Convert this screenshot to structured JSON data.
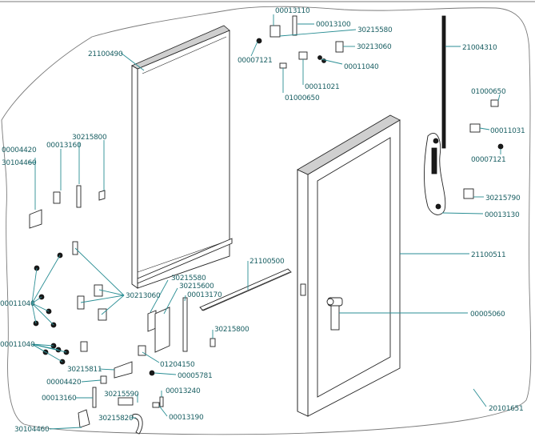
{
  "colors": {
    "label": "#1a5f63",
    "leader": "#2a8e94",
    "outline": "#7a7a7a",
    "parts": "#222222"
  },
  "labels": {
    "p00013110": "00013110",
    "p00013100": "00013100",
    "p30215580_top": "30215580",
    "p30213060_top": "30213060",
    "p00007121_top": "00007121",
    "p00011040_top": "00011040",
    "p00011021": "00011021",
    "p01000650_top": "01000650",
    "p21100490": "21100490",
    "p21004310": "21004310",
    "p01000650_right": "01000650",
    "p00011031": "00011031",
    "p00007121_right": "00007121",
    "p30215790": "30215790",
    "p00013130": "00013130",
    "p00004420_top": "00004420",
    "p00013160_top": "00013160",
    "p30215800_top": "30215800",
    "p30104460_top": "30104460",
    "p21100511": "21100511",
    "p21100500": "21100500",
    "p30215580_mid": "30215580",
    "p30215600": "30215600",
    "p00013170": "00013170",
    "p00011040_left1": "00011040",
    "p30213060_mid": "30213060",
    "p30215800_mid": "30215800",
    "p00005060": "00005060",
    "p00011040_left2": "00011040",
    "p01204150": "01204150",
    "p30215811": "30215811",
    "p00005781": "00005781",
    "p00004420_bottom": "00004420",
    "p00013240": "00013240",
    "p30215590": "30215590",
    "p00013160_bottom": "00013160",
    "p00013190": "00013190",
    "p30215820": "30215820",
    "p30104460_bottom": "30104460",
    "p20101651": "20101651"
  }
}
